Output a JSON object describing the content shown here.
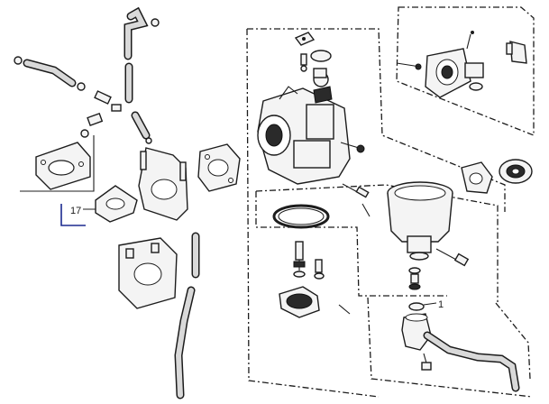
{
  "diagram": {
    "callouts": [
      {
        "id": "17",
        "label": "17"
      },
      {
        "id": "1",
        "label": "1"
      }
    ],
    "colors": {
      "line": "#1c1c1c",
      "callout_bracket": "#1b2a8f",
      "background": "#ffffff"
    }
  }
}
